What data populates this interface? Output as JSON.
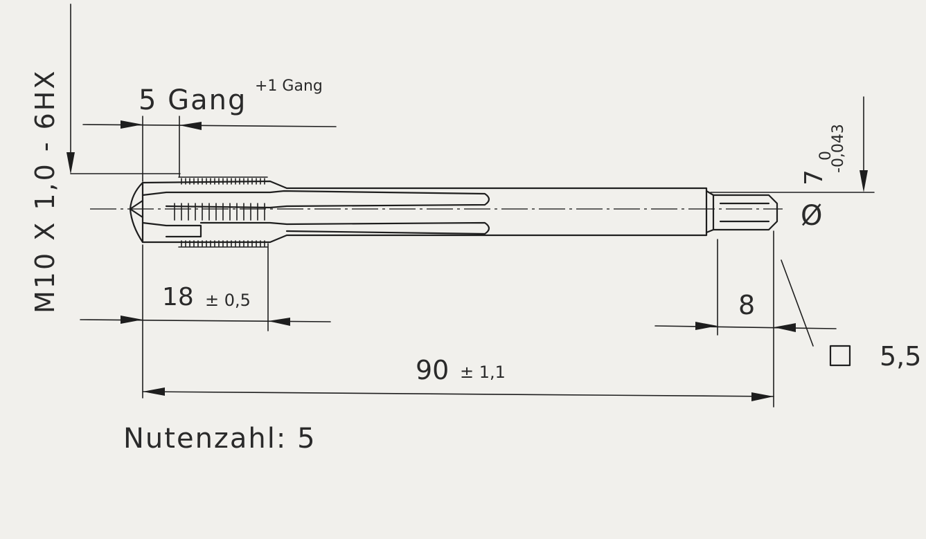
{
  "drawing": {
    "thread_designation": "M10 X 1,0 - 6HX",
    "chamfer_length": "5 Gang",
    "chamfer_tolerance": "+1 Gang",
    "shank_diameter_symbol": "Ø",
    "shank_diameter": "7",
    "shank_tol_upper": "0",
    "shank_tol_lower": "-0,043",
    "thread_length": "18",
    "thread_length_tol": "± 0,5",
    "square_length": "8",
    "total_length": "90",
    "total_length_tol": "± 1,1",
    "square_symbol": "□",
    "square_size": "5,5",
    "flute_count": "Nutenzahl: 5"
  }
}
